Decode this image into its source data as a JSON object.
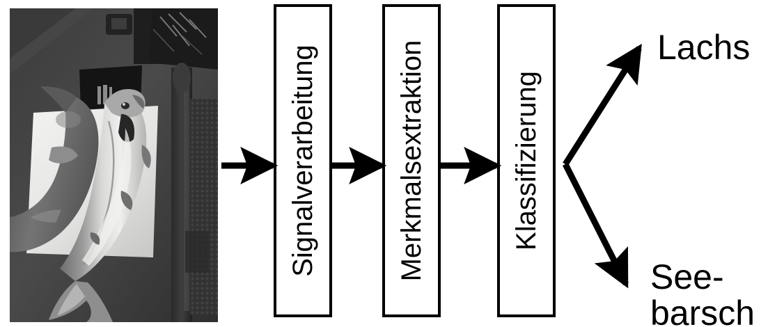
{
  "diagram": {
    "title": "Fischklassifizierung Signalverarbeitungskette",
    "orientation": "left-to-right",
    "background_color": "#ffffff",
    "line_color": "#000000"
  },
  "photo": {
    "name": "fish-photo",
    "description": "Schwarzweiss-Foto: zwei Fische auf einem weissen Schneidebrett",
    "alt": "Zwei Fische auf einem Schneidebrett",
    "grayscale": true
  },
  "stages": [
    {
      "id": "signalverarbeitung",
      "label": "Signalverarbeitung"
    },
    {
      "id": "merkmalsextraktion",
      "label": "Merkmalsextraktion"
    },
    {
      "id": "klassifizierung",
      "label": "Klassifizierung"
    }
  ],
  "connectors": [
    {
      "id": "photo-to-stage1",
      "from": "fish-photo",
      "to": "signalverarbeitung"
    },
    {
      "id": "stage1-to-stage2",
      "from": "signalverarbeitung",
      "to": "merkmalsextraktion"
    },
    {
      "id": "stage2-to-stage3",
      "from": "merkmalsextraktion",
      "to": "klassifizierung"
    },
    {
      "id": "stage3-to-lachs",
      "from": "klassifizierung",
      "to": "lachs"
    },
    {
      "id": "stage3-to-seebarsch",
      "from": "klassifizierung",
      "to": "seebarsch"
    }
  ],
  "outputs": [
    {
      "id": "lachs",
      "label": "Lachs",
      "lines": [
        "Lachs"
      ]
    },
    {
      "id": "seebarsch",
      "label": "Seebarsch",
      "lines": [
        "See-",
        "barsch"
      ]
    }
  ],
  "output_text": {
    "lachs": "Lachs",
    "seebarsch_line1": "See-",
    "seebarsch_line2": "barsch"
  }
}
